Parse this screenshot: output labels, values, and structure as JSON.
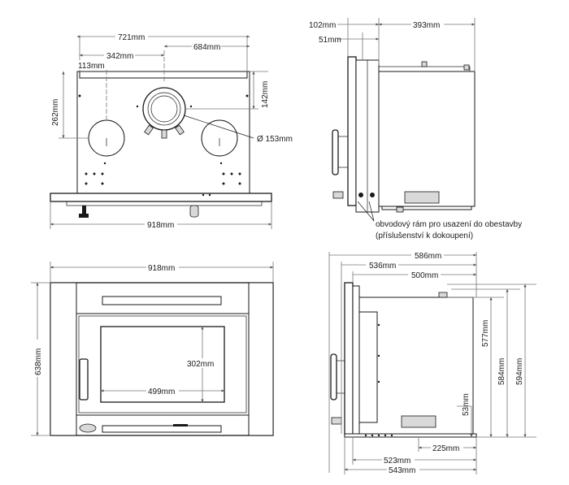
{
  "views": {
    "top": {
      "dim_width_top": "721mm",
      "dim_684": "684mm",
      "dim_342": "342mm",
      "dim_113": "113mm",
      "dim_262": "262mm",
      "dim_142": "142mm",
      "dim_diameter": "Ø 153mm",
      "dim_918": "918mm"
    },
    "side": {
      "dim_102": "102mm",
      "dim_393": "393mm",
      "dim_51": "51mm",
      "note_line1": "obvodový rám pro usazení do obestavby",
      "note_line2": "(příslušenství k dokoupení)"
    },
    "front": {
      "dim_918": "918mm",
      "dim_638": "638mm",
      "dim_302": "302mm",
      "dim_499": "499mm"
    },
    "right": {
      "dim_586": "586mm",
      "dim_536": "536mm",
      "dim_500": "500mm",
      "dim_577": "577mm",
      "dim_584": "584mm",
      "dim_594": "594mm",
      "dim_53": "53mm",
      "dim_225": "225mm",
      "dim_523": "523mm",
      "dim_543": "543mm"
    }
  }
}
